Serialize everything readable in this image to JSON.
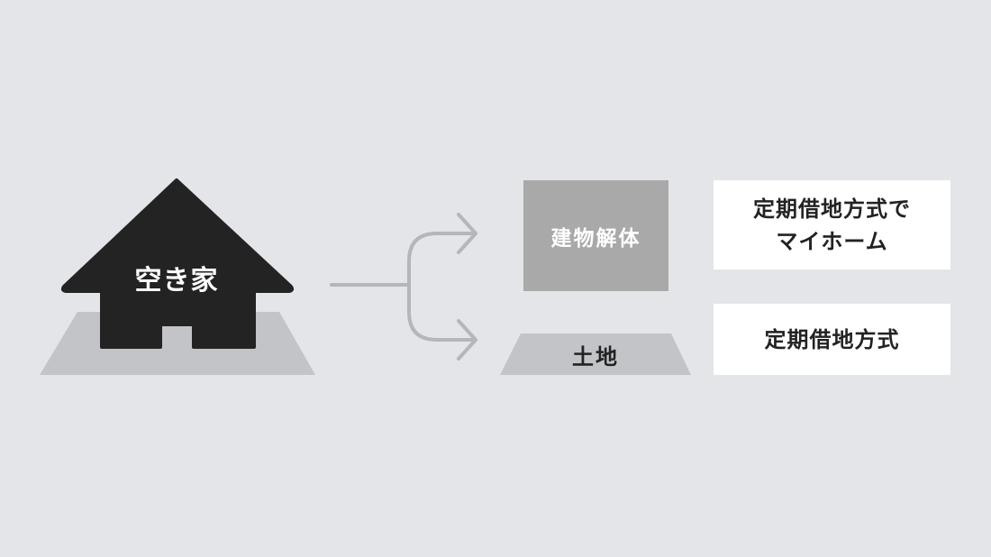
{
  "house": {
    "label": "空き家",
    "icon": "house-icon",
    "color": "#232323",
    "ground_color": "#c2c4c7"
  },
  "arrow": {
    "icon": "branch-arrow-icon",
    "color": "#b3b6ba"
  },
  "options": {
    "demolition": {
      "label": "建物解体",
      "color": "#a9a9a9"
    },
    "land": {
      "label": "土地",
      "color": "#c2c4c7"
    }
  },
  "results": {
    "top": {
      "line1": "定期借地方式で",
      "line2": "マイホーム"
    },
    "bottom": {
      "line1": "定期借地方式"
    }
  }
}
